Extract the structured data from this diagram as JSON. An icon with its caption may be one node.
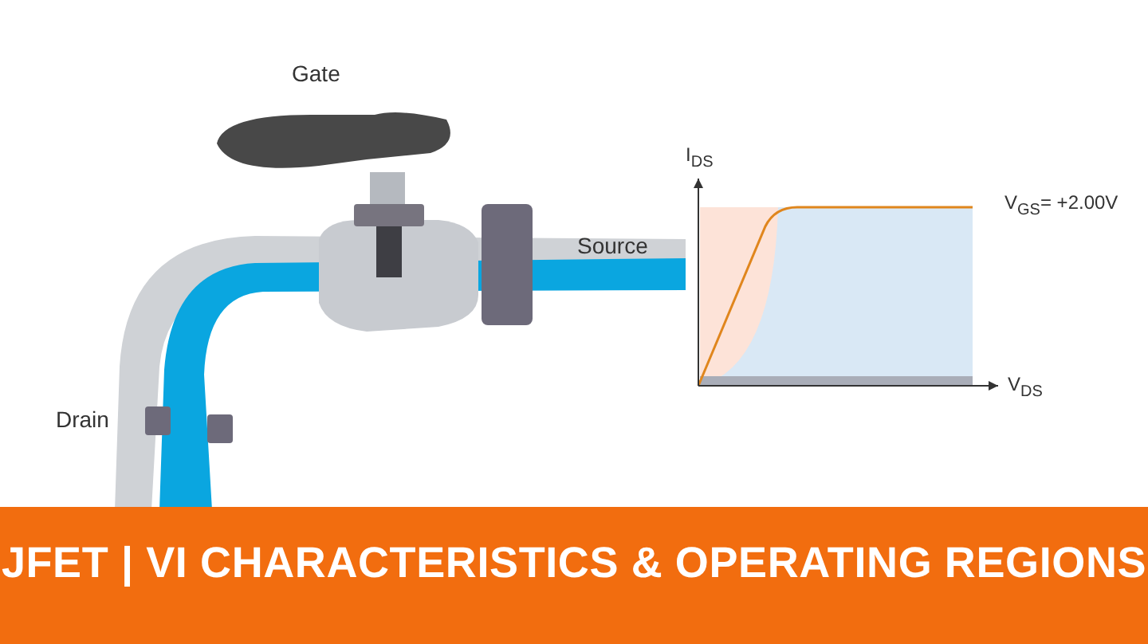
{
  "diagram": {
    "title": "JFET | VI CHARACTERISTICS & OPERATING REGIONS",
    "labels": [
      "Gate",
      "Source",
      "Drain",
      "I$_{DS}$",
      "V$_{DS}$",
      "V$_{GS}$= +2.00V"
    ]
  }
}
